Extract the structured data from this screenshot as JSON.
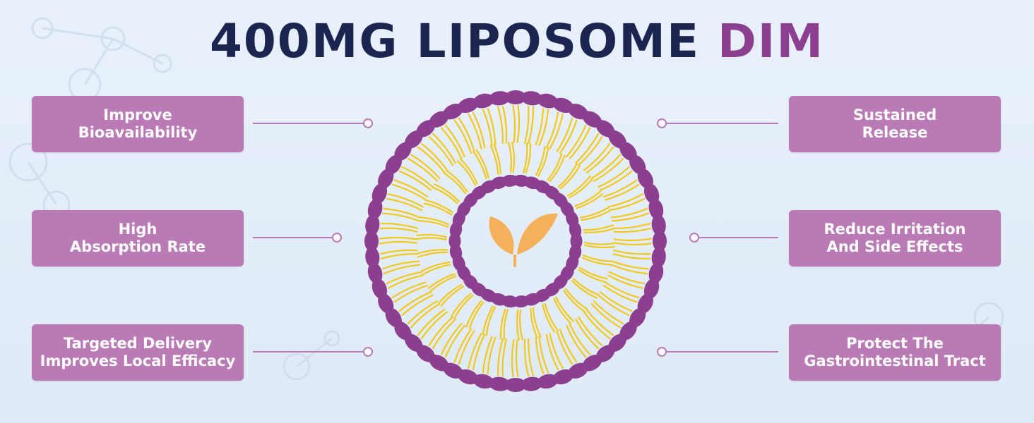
{
  "title": {
    "main": "400MG LIPOSOME",
    "accent": "DIM"
  },
  "colors": {
    "title": "#1b2550",
    "accent": "#8c3f90",
    "badge": "#b97ab6",
    "head_group": "#8c3f90",
    "tail": "#f2c81e",
    "leaf": "#f5b05a"
  },
  "features_left": [
    {
      "label": "Improve\nBioavailability"
    },
    {
      "label": "High\nAbsorption Rate"
    },
    {
      "label": "Targeted Delivery\nImproves Local Efficacy"
    }
  ],
  "features_right": [
    {
      "label": "Sustained\nRelease"
    },
    {
      "label": "Reduce Irritation\nAnd Side Effects"
    },
    {
      "label": "Protect The\nGastrointestinal Tract"
    }
  ],
  "center_icon": "leaf-icon"
}
